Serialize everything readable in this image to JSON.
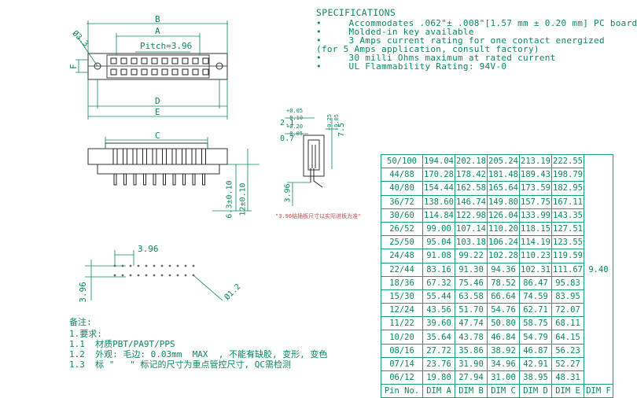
{
  "specifications": {
    "title": "SPECIFICATIONS",
    "lines": [
      "•     Accommodates .062\"± .008\"[1.57 mm ± 0.20 mm] PC board",
      "•     Molded-in key available",
      "•     3 Amps current rating for one contact energized",
      "(for 5 Amps application, consult factory)",
      "•     30 milli Ohms maximum at rated current",
      "•     UL Flammability Rating: 94V-0"
    ]
  },
  "top_view": {
    "dim_b": "B",
    "dim_a": "A",
    "pitch": "Pitch=3.96",
    "dim_f": "F",
    "hole_dia": "Ø3.3",
    "dim_d": "D",
    "dim_e": "E"
  },
  "front_view": {
    "dim_c": "C",
    "dim_height_1": "6.3±0.10",
    "dim_height_2": "12±0.10"
  },
  "side_view": {
    "dim_1": "2.1+0.05 -0.10",
    "dim_1_main": "2.1",
    "dim_1_up": "+0.05",
    "dim_1_dn": "-0.10",
    "dim_2_main": "0.7",
    "dim_2_up": "+0.20",
    "dim_2_dn": "-0.05",
    "dim_3_main": "7.5",
    "dim_3_up": "+0.25",
    "dim_3_dn": "-0.05",
    "dim_4": "3.96",
    "note": "\"3.96结插板尺寸以实际进板为准\""
  },
  "pcb_layout": {
    "pitch_x": "3.96",
    "pitch_y": "3.96",
    "hole_dia": "Ø1.2"
  },
  "notes": {
    "title": "备注:",
    "lines": [
      "1.要求:",
      "1.1  材质PBT/PA9T/PPS",
      "1.2  外观: 毛边: 0.03mm  MAX  , 不能有缺胶, 变形, 变色",
      "1.3  标 \"   \" 标记的尺寸为重点管控尺寸, QC需检测"
    ]
  },
  "dimension_table": {
    "headers": [
      "Pin No.",
      "DIM A",
      "DIM B",
      "DIM C",
      "DIM D",
      "DIM E",
      "DIM F"
    ],
    "dim_f_value": "9.40",
    "rows": [
      [
        "50/100",
        "194.04",
        "202.18",
        "205.24",
        "213.19",
        "222.55"
      ],
      [
        "44/88",
        "170.28",
        "178.42",
        "181.48",
        "189.43",
        "198.79"
      ],
      [
        "40/80",
        "154.44",
        "162.58",
        "165.64",
        "173.59",
        "182.95"
      ],
      [
        "36/72",
        "138.60",
        "146.74",
        "149.80",
        "157.75",
        "167.11"
      ],
      [
        "30/60",
        "114.84",
        "122.98",
        "126.04",
        "133.99",
        "143.35"
      ],
      [
        "26/52",
        "99.00",
        "107.14",
        "110.20",
        "118.15",
        "127.51"
      ],
      [
        "25/50",
        "95.04",
        "103.18",
        "106.24",
        "114.19",
        "123.55"
      ],
      [
        "24/48",
        "91.08",
        "99.22",
        "102.28",
        "110.23",
        "119.59"
      ],
      [
        "22/44",
        "83.16",
        "91.30",
        "94.36",
        "102.31",
        "111.67"
      ],
      [
        "18/36",
        "67.32",
        "75.46",
        "78.52",
        "86.47",
        "95.83"
      ],
      [
        "15/30",
        "55.44",
        "63.58",
        "66.64",
        "74.59",
        "83.95"
      ],
      [
        "12/24",
        "43.56",
        "51.70",
        "54.76",
        "62.71",
        "72.07"
      ],
      [
        "11/22",
        "39.60",
        "47.74",
        "50.80",
        "58.75",
        "68.11"
      ],
      [
        "10/20",
        "35.64",
        "43.78",
        "46.84",
        "54.79",
        "64.15"
      ],
      [
        "08/16",
        "27.72",
        "35.86",
        "38.92",
        "46.87",
        "56.23"
      ],
      [
        "07/14",
        "23.76",
        "31.90",
        "34.96",
        "42.91",
        "52.27"
      ],
      [
        "06/12",
        "19.80",
        "27.94",
        "31.00",
        "38.95",
        "48.31"
      ]
    ]
  }
}
